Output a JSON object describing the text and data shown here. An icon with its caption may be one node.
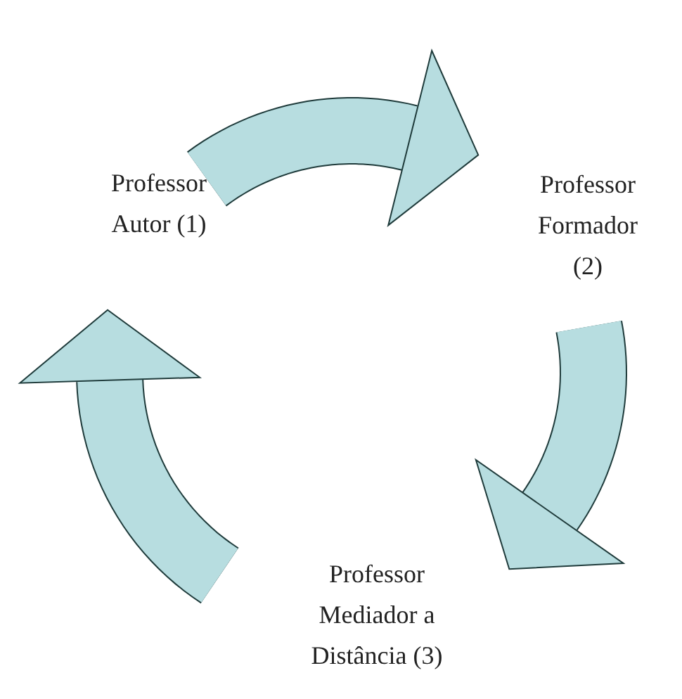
{
  "diagram": {
    "nodes": [
      {
        "text": [
          "Professor Autor (1)"
        ]
      },
      {
        "text": [
          "Professor Formador (2)"
        ]
      },
      {
        "text": [
          "Professor Mediador a Distância (3)"
        ]
      }
    ],
    "edges": [
      {
        "from": 0,
        "to": 1,
        "arrow": "to"
      },
      {
        "from": 1,
        "to": 2,
        "arrow": "to"
      },
      {
        "from": 2,
        "to": 0,
        "arrow": "to"
      }
    ]
  }
}
